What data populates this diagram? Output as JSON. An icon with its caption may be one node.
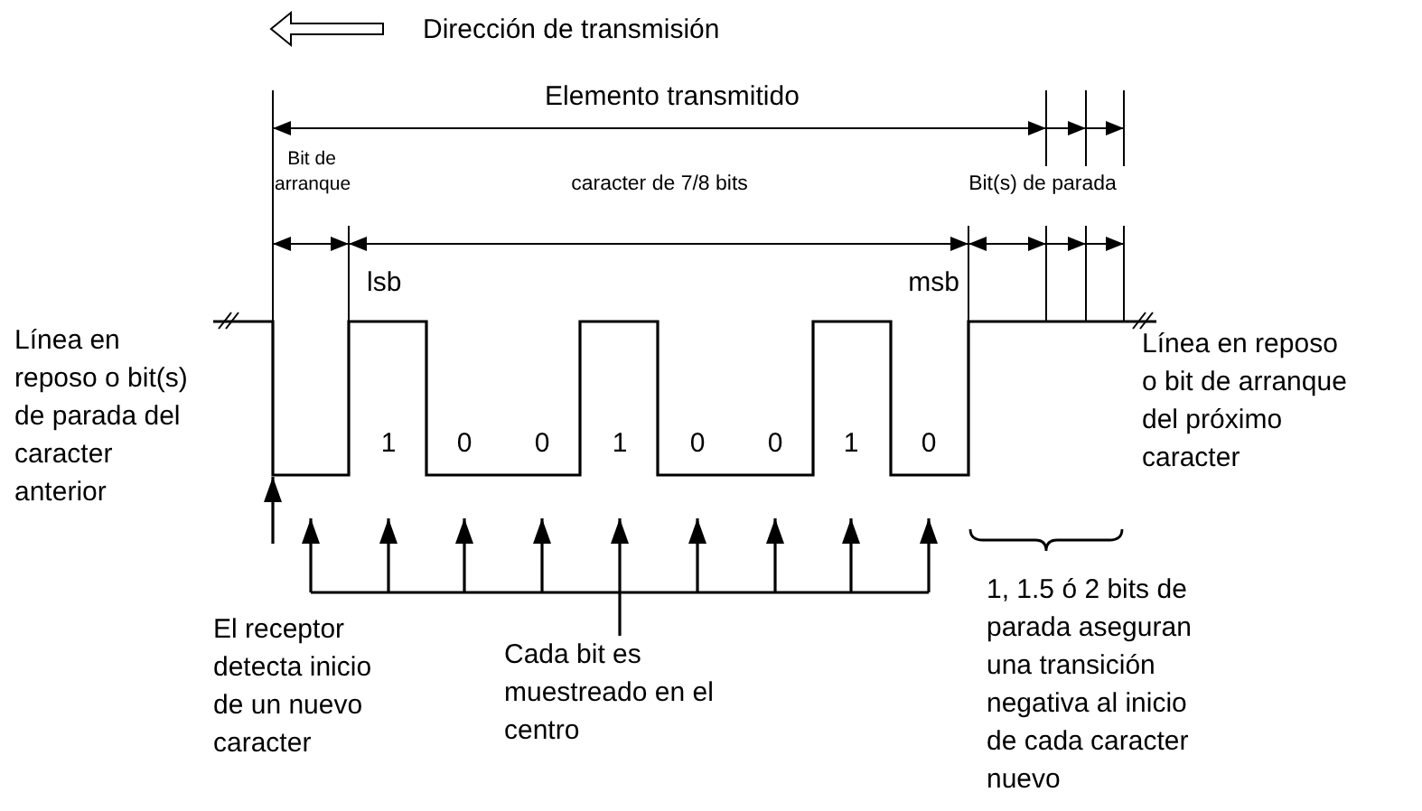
{
  "diagram": {
    "nodes": [
      {
        "text": [
          "Cada bit es muestreado en el centro"
        ]
      },
      {
        "text": [],
        "shape": "picture"
      }
    ],
    "edges": [
      {
        "from": 0,
        "to": 1,
        "arrow": "none"
      }
    ],
    "labels": [
      "Dirección de transmisión",
      "Elemento transmitido",
      "Bit de arranque",
      "caracter de 7/8 bits",
      "Bit(s) de parada",
      "lsb",
      "msb",
      "Línea en reposo o bit(s) de parada del caracter anterior",
      "1",
      "0",
      "0",
      "1",
      "0",
      "0",
      "1",
      "0",
      "Línea en reposo o bit de arranque del próximo caracter",
      "El receptor detecta inicio de un nuevo caracter",
      "1, 1.5 ó 2 bits de parada aseguran una transición negativa al inicio de cada caracter nuevo"
    ]
  }
}
